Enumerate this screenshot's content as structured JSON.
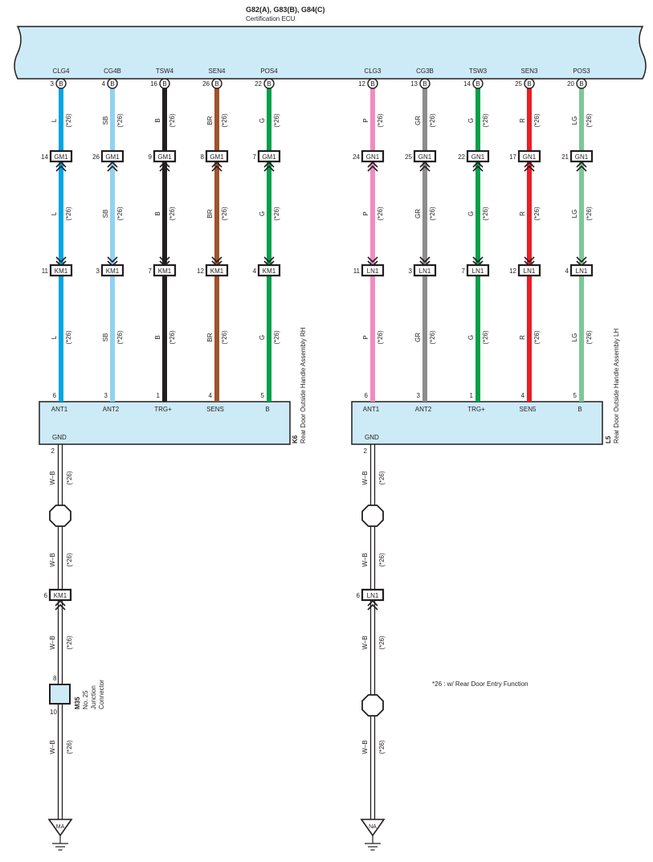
{
  "ecu": {
    "connectors": "G82(A), G83(B), G84(C)",
    "name": "Certification ECU"
  },
  "groups": [
    {
      "id": "rh",
      "handle": {
        "code": "K6",
        "name": "Rear Door Outside Handle Assembly RH",
        "gnd_label": "GND"
      },
      "mid_connector": "GM1",
      "low_connector": "KM1",
      "wires": [
        {
          "signal": "CLG4",
          "ecu_pin": "3",
          "ecu_conn": "B",
          "color_code": "L",
          "color": "#00a6e2",
          "mid_pin": "14",
          "low_pin": "11",
          "handle_pin": "6",
          "handle_label": "ANT1"
        },
        {
          "signal": "CG4B",
          "ecu_pin": "4",
          "ecu_conn": "B",
          "color_code": "SB",
          "color": "#8fd3f2",
          "mid_pin": "26",
          "low_pin": "3",
          "handle_pin": "3",
          "handle_label": "ANT2"
        },
        {
          "signal": "TSW4",
          "ecu_pin": "16",
          "ecu_conn": "B",
          "color_code": "B",
          "color": "#231f20",
          "mid_pin": "9",
          "low_pin": "7",
          "handle_pin": "1",
          "handle_label": "TRG+"
        },
        {
          "signal": "SEN4",
          "ecu_pin": "26",
          "ecu_conn": "B",
          "color_code": "BR",
          "color": "#a0522d",
          "mid_pin": "8",
          "low_pin": "12",
          "handle_pin": "4",
          "handle_label": "SENS"
        },
        {
          "signal": "POS4",
          "ecu_pin": "22",
          "ecu_conn": "B",
          "color_code": "G",
          "color": "#00a04a",
          "mid_pin": "7",
          "low_pin": "4",
          "handle_pin": "5",
          "handle_label": "B"
        }
      ],
      "ground": {
        "handle_gnd_pin": "2",
        "color_code": "W–B",
        "connector": "KM1",
        "connector_pin": "6",
        "junction": {
          "code": "M35",
          "name_lines": [
            "No. 25",
            "Junction",
            "Connector"
          ],
          "pin_top": "8",
          "pin_bottom": "10"
        },
        "ground_point": "MA"
      }
    },
    {
      "id": "lh",
      "handle": {
        "code": "L5",
        "name": "Rear Door Outside Handle Assembly LH",
        "gnd_label": "GND"
      },
      "mid_connector": "GN1",
      "low_connector": "LN1",
      "wires": [
        {
          "signal": "CLG3",
          "ecu_pin": "12",
          "ecu_conn": "B",
          "color_code": "P",
          "color": "#f08cc0",
          "mid_pin": "24",
          "low_pin": "11",
          "handle_pin": "6",
          "handle_label": "ANT1"
        },
        {
          "signal": "CG3B",
          "ecu_pin": "13",
          "ecu_conn": "B",
          "color_code": "GR",
          "color": "#8c8c8c",
          "mid_pin": "25",
          "low_pin": "3",
          "handle_pin": "3",
          "handle_label": "ANT2"
        },
        {
          "signal": "TSW3",
          "ecu_pin": "14",
          "ecu_conn": "B",
          "color_code": "G",
          "color": "#00a04a",
          "mid_pin": "22",
          "low_pin": "7",
          "handle_pin": "1",
          "handle_label": "TRG+"
        },
        {
          "signal": "SEN3",
          "ecu_pin": "25",
          "ecu_conn": "B",
          "color_code": "R",
          "color": "#ed1c24",
          "mid_pin": "17",
          "low_pin": "12",
          "handle_pin": "4",
          "handle_label": "SEN5"
        },
        {
          "signal": "POS3",
          "ecu_pin": "20",
          "ecu_conn": "B",
          "color_code": "LG",
          "color": "#7dc895",
          "mid_pin": "21",
          "low_pin": "4",
          "handle_pin": "5",
          "handle_label": "B"
        }
      ],
      "ground": {
        "handle_gnd_pin": "2",
        "color_code": "W–B",
        "connector": "LN1",
        "connector_pin": "6",
        "ground_point": "NA"
      }
    }
  ],
  "option_tag": "(*26)",
  "note": "*26 : w/ Rear Door Entry Function",
  "colors": {
    "ecu_fill": "#cdeaf7",
    "handle_fill": "#cdeaf7",
    "outline": "#231f20"
  }
}
